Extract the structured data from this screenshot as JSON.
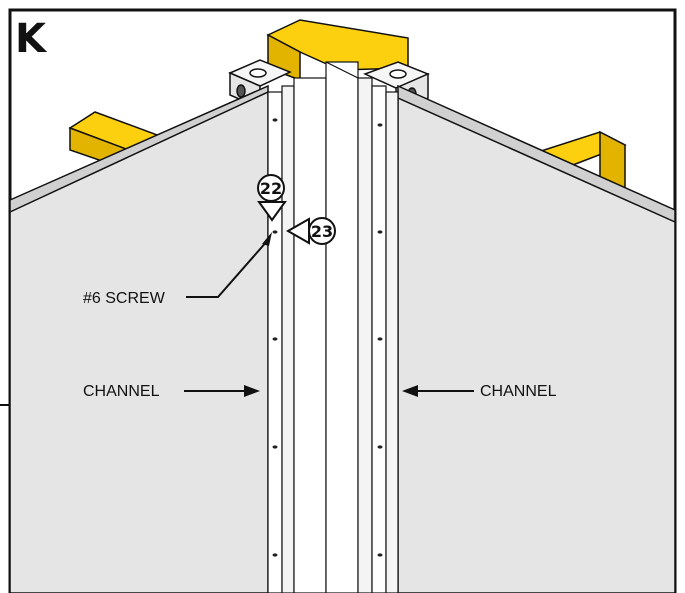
{
  "step": {
    "letter": "K"
  },
  "callouts": [
    {
      "number": "22"
    },
    {
      "number": "23"
    }
  ],
  "labels": {
    "screw": "#6 SCREW",
    "channel_left": "CHANNEL",
    "channel_right": "CHANNEL"
  },
  "colors": {
    "panel": "#e5e5e5",
    "beam": "#fcd00e",
    "beam_shade": "#d9a900",
    "outline": "#111111",
    "bracket": "#f2f2f2"
  }
}
